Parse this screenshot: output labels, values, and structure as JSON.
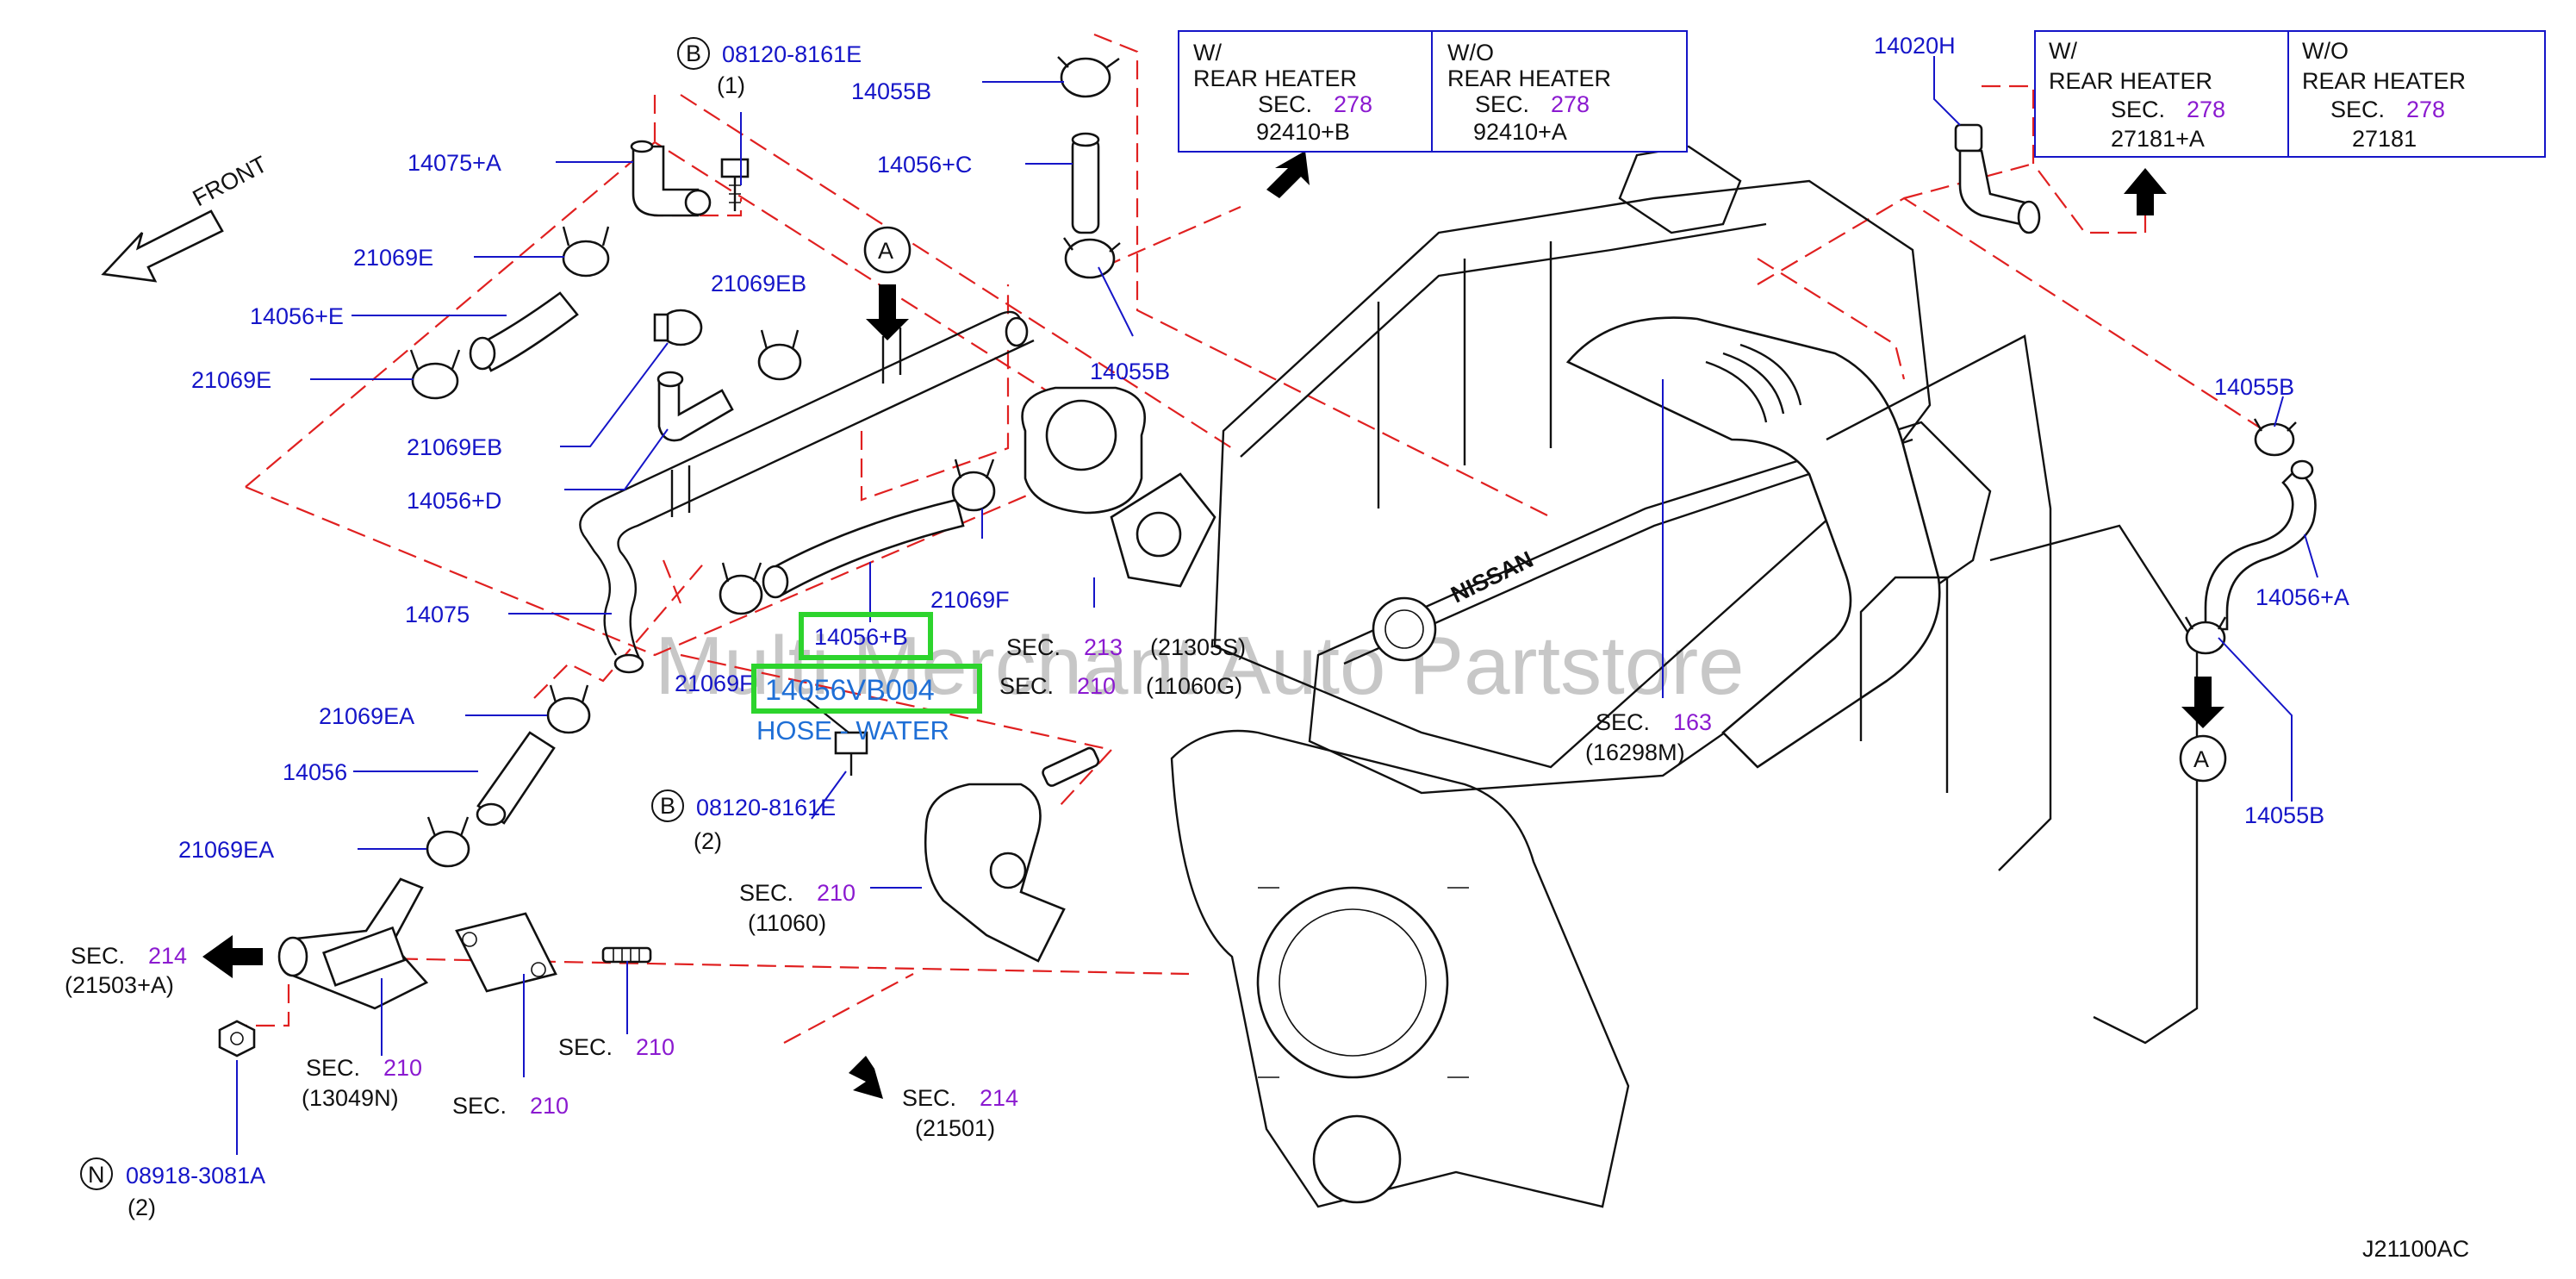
{
  "labels": {
    "p14075A": "14075+A",
    "p21069E_1": "21069E",
    "p14056E": "14056+E",
    "p21069E_2": "21069E",
    "p21069EB_1": "21069EB",
    "p21069EB_2": "21069EB",
    "p14056D": "14056+D",
    "p14075": "14075",
    "p21069EA_1": "21069EA",
    "p14056": "14056",
    "p21069EA_2": "21069EA",
    "p14055B_1": "14055B",
    "p14056C": "14056+C",
    "p14055B_2": "14055B",
    "p21069F_1": "21069F",
    "p21069F_2": "21069F",
    "p14056B": "14056+B",
    "p14056VB004": "14056VB004",
    "hose_water": "HOSE - WATER",
    "p14020H": "14020H",
    "p14055B_3": "14055B",
    "p14056A": "14056+A",
    "p14055B_4": "14055B",
    "bolt_top": "08120-8161E",
    "bolt_top_qty": "(1)",
    "bolt_mid": "08120-8161E",
    "bolt_mid_qty": "(2)",
    "nut": "08918-3081A",
    "nut_qty": "(2)",
    "front": "FRONT",
    "view_a_1": "A",
    "view_a_2": "A",
    "circ_b1": "B",
    "circ_b2": "B",
    "circ_n": "N",
    "diagram_id": "J21100AC",
    "watermark": "Multi Merchant Auto Partstore"
  },
  "sections": [
    {
      "key": "s213",
      "sec": "SEC.",
      "num": "213",
      "ref": "(21305S)"
    },
    {
      "key": "s210a",
      "sec": "SEC.",
      "num": "210",
      "ref": "(11060G)"
    },
    {
      "key": "s163",
      "sec": "SEC.",
      "num": "163",
      "ref": "(16298M)"
    },
    {
      "key": "s210b",
      "sec": "SEC.",
      "num": "210",
      "ref": "(11060)"
    },
    {
      "key": "s214a",
      "sec": "SEC.",
      "num": "214",
      "ref": "(21503+A)"
    },
    {
      "key": "s210c",
      "sec": "SEC.",
      "num": "210",
      "ref": "(13049N)"
    },
    {
      "key": "s210d",
      "sec": "SEC.",
      "num": "210",
      "ref": ""
    },
    {
      "key": "s210e",
      "sec": "SEC.",
      "num": "210",
      "ref": ""
    },
    {
      "key": "s214b",
      "sec": "SEC.",
      "num": "214",
      "ref": "(21501)"
    }
  ],
  "table1": {
    "left": {
      "l1": "W/",
      "l2": "REAR   HEATER",
      "sec": "SEC.",
      "num": "278",
      "ref": "92410+B"
    },
    "right": {
      "l1": "W/O",
      "l2": "REAR   HEATER",
      "sec": "SEC.",
      "num": "278",
      "ref": "92410+A"
    }
  },
  "table2": {
    "left": {
      "l1": "W/",
      "l2": "REAR   HEATER",
      "sec": "SEC.",
      "num": "278",
      "ref": "27181+A"
    },
    "right": {
      "l1": "W/O",
      "l2": "REAR   HEATER",
      "sec": "SEC.",
      "num": "278",
      "ref": "27181"
    }
  },
  "engine_logo": "NISSAN",
  "colors": {
    "label": "#1515c8",
    "section": "#8b1ad0",
    "leader_dash": "#e02020",
    "highlight": "#2dd42d",
    "highlight_text": "#1f6fd6"
  }
}
